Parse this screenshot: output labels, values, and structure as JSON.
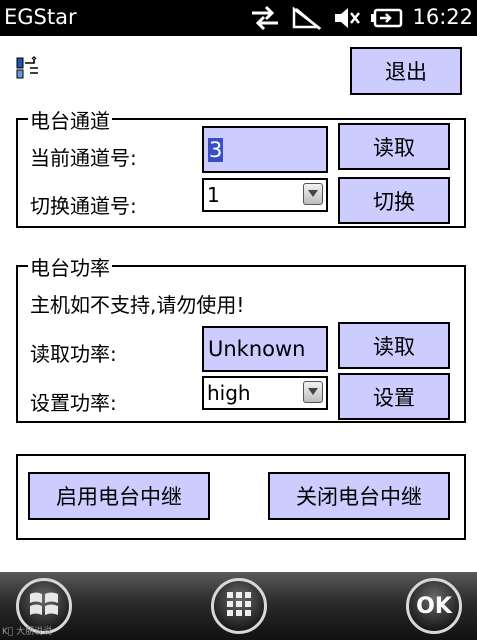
{
  "statusbar": {
    "app_title": "EGStar",
    "time": "16:22",
    "icons": [
      "sync-arrows-icon",
      "no-signal-icon",
      "volume-mute-icon",
      "battery-charging-icon"
    ]
  },
  "toolbar": {
    "exit_label": "退出",
    "icon": "connection-icon"
  },
  "channel": {
    "group_title": "电台通道",
    "current_label": "当前通道号:",
    "current_value": "3",
    "read_label": "读取",
    "switch_label": "切换通道号:",
    "switch_value": "1",
    "switch_button": "切换"
  },
  "power": {
    "group_title": "电台功率",
    "warning": "主机如不支持,请勿使用!",
    "read_label": "读取功率:",
    "read_value": "Unknown",
    "read_button": "读取",
    "set_label": "设置功率:",
    "set_value": "high",
    "set_button": "设置"
  },
  "relay": {
    "enable_label": "启用电台中继",
    "disable_label": "关闭电台中继"
  },
  "taskbar": {
    "start_icon": "windows-start-icon",
    "keyboard_icon": "keyboard-icon",
    "ok_label": "OK",
    "watermark": "K⃝ 大朋说说"
  }
}
